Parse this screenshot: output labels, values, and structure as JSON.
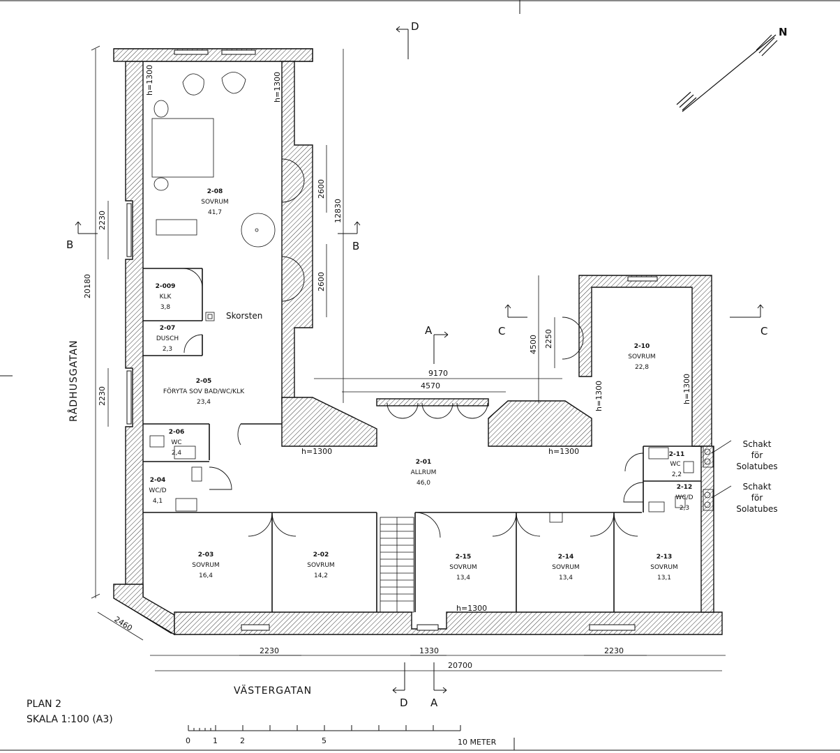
{
  "drawing": {
    "plan_title": "PLAN 2",
    "scale": "SKALA 1:100 (A3)",
    "north": "N",
    "scale_bar": [
      "0",
      "1",
      "2",
      "5",
      "10 METER"
    ]
  },
  "streets": {
    "south": "VÄSTERGATAN",
    "west": "RÅDHUSGATAN"
  },
  "rooms": [
    {
      "id": "2-08",
      "name": "SOVRUM",
      "area": "41,7"
    },
    {
      "id": "2-009",
      "name": "KLK",
      "area": "3,8"
    },
    {
      "id": "2-07",
      "name": "DUSCH",
      "area": "2,3"
    },
    {
      "id": "2-05",
      "name": "FÖRYTA SOV BAD/WC/KLK",
      "area": "23,4"
    },
    {
      "id": "2-06",
      "name": "WC",
      "area": "2,4"
    },
    {
      "id": "2-04",
      "name": "WC/D",
      "area": "4,1"
    },
    {
      "id": "2-01",
      "name": "ALLRUM",
      "area": "46,0"
    },
    {
      "id": "2-10",
      "name": "SOVRUM",
      "area": "22,8"
    },
    {
      "id": "2-11",
      "name": "WC",
      "area": "2,2"
    },
    {
      "id": "2-12",
      "name": "WC/D",
      "area": "2,3"
    },
    {
      "id": "2-03",
      "name": "SOVRUM",
      "area": "16,4"
    },
    {
      "id": "2-02",
      "name": "SOVRUM",
      "area": "14,2"
    },
    {
      "id": "2-15",
      "name": "SOVRUM",
      "area": "13,4"
    },
    {
      "id": "2-14",
      "name": "SOVRUM",
      "area": "13,4"
    },
    {
      "id": "2-13",
      "name": "SOVRUM",
      "area": "13,1"
    }
  ],
  "labels": {
    "skorsten": "Skorsten",
    "schakt1": [
      "Schakt",
      "för",
      "Solatubes"
    ],
    "schakt2": [
      "Schakt",
      "för",
      "Solatubes"
    ]
  },
  "heights": {
    "h1": "h=1300",
    "h2": "h=1300",
    "h3": "h=1300",
    "h4": "h=1300",
    "h5": "h=1300",
    "h6": "h=1300",
    "h7": "h=1300"
  },
  "dimensions": {
    "d20180": "20180",
    "d2230_w1": "2230",
    "d2230_w2": "2230",
    "d2600_1": "2600",
    "d2600_2": "2600",
    "d12830": "12830",
    "d4500": "4500",
    "d2250": "2250",
    "d9170": "9170",
    "d4570": "4570",
    "d2460": "2460",
    "d2230_s1": "2230",
    "d1330": "1330",
    "d2230_s2": "2230",
    "d20700": "20700"
  },
  "sections": {
    "a_top": "A",
    "a_bot": "A",
    "b_left": "B",
    "b_right": "B",
    "c_left": "C",
    "c_right": "C",
    "d_top": "D",
    "d_bot": "D"
  }
}
